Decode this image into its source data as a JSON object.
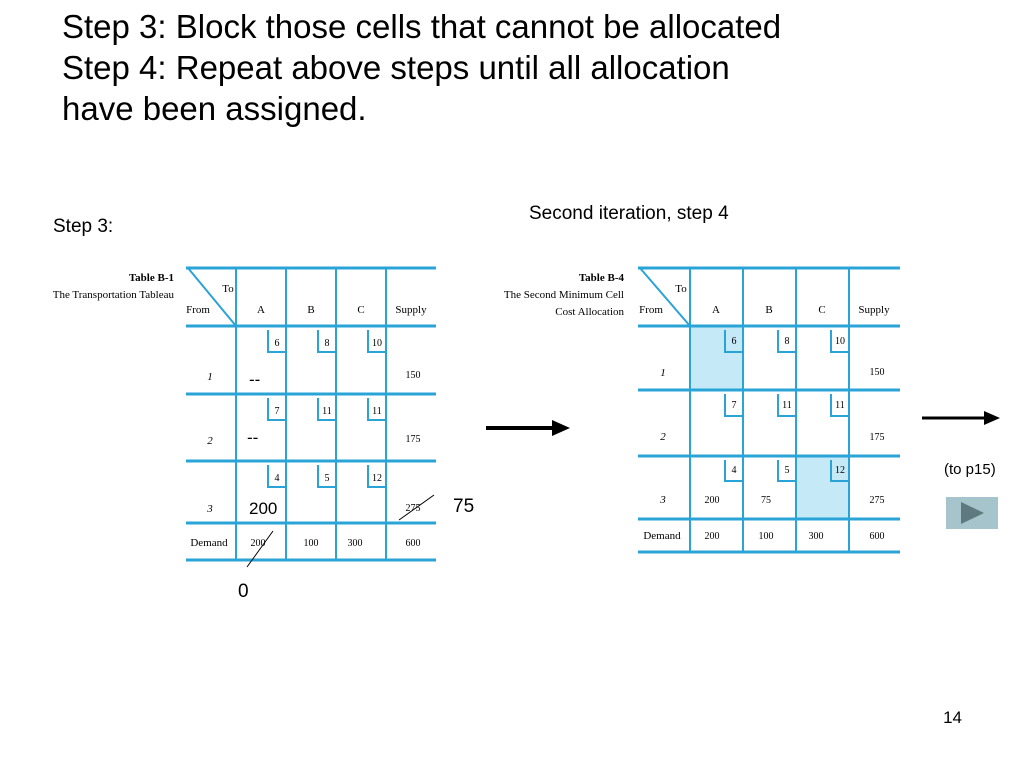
{
  "slide": {
    "heading_lines": [
      "Step 3: Block those cells that cannot be allocated",
      "Step 4: Repeat above steps until all allocation",
      "have been assigned."
    ],
    "left_label": "Step 3:",
    "right_label": "Second iteration, step 4",
    "to_link": "(to p15)",
    "page_number": "14"
  },
  "table1": {
    "title": "Table B-1",
    "subtitle_lines": [
      "The Transportation Tableau"
    ],
    "corner_to": "To",
    "corner_from": "From",
    "columns": [
      "A",
      "B",
      "C",
      "Supply"
    ],
    "rows": [
      {
        "label": "1",
        "costs": [
          "6",
          "8",
          "10"
        ],
        "supply": "150"
      },
      {
        "label": "2",
        "costs": [
          "7",
          "11",
          "11"
        ],
        "supply": "175"
      },
      {
        "label": "3",
        "costs": [
          "4",
          "5",
          "12"
        ],
        "supply": "275"
      }
    ],
    "demand_label": "Demand",
    "demand": [
      "200",
      "100",
      "300",
      "600"
    ],
    "annotations": {
      "r1_block": "--",
      "r2_block": "--",
      "r3_alloc": "200",
      "supply_new": "75",
      "demand_new": "0"
    }
  },
  "table2": {
    "title": "Table B-4",
    "subtitle_lines": [
      "The Second Minimum Cell",
      "Cost Allocation"
    ],
    "corner_to": "To",
    "corner_from": "From",
    "columns": [
      "A",
      "B",
      "C",
      "Supply"
    ],
    "rows": [
      {
        "label": "1",
        "costs": [
          "6",
          "8",
          "10"
        ],
        "supply": "150",
        "alloc": [
          "",
          "",
          ""
        ]
      },
      {
        "label": "2",
        "costs": [
          "7",
          "11",
          "11"
        ],
        "supply": "175",
        "alloc": [
          "",
          "",
          ""
        ]
      },
      {
        "label": "3",
        "costs": [
          "4",
          "5",
          "12"
        ],
        "supply": "275",
        "alloc": [
          "200",
          "75",
          ""
        ]
      }
    ],
    "demand_label": "Demand",
    "demand": [
      "200",
      "100",
      "300",
      "600"
    ]
  },
  "colors": {
    "grid": "#2aa3d6",
    "highlight": "#c6e9f8",
    "button": "#a6c4cc",
    "button_icon": "#5e7a80"
  }
}
